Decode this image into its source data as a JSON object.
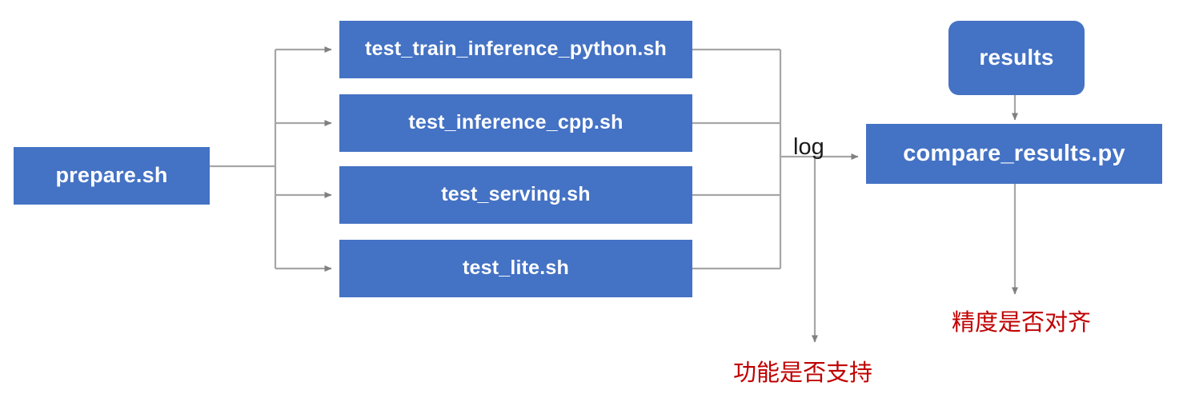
{
  "diagram": {
    "title": "Test pipeline flowchart",
    "colors": {
      "node_fill": "#4472C4",
      "node_text": "#FFFFFF",
      "edge": "#A6A6A6",
      "annotation_red": "#C00000",
      "background": "#FFFFFF"
    },
    "nodes": [
      {
        "id": "prepare",
        "label": "prepare.sh"
      },
      {
        "id": "train_py",
        "label": "test_train_inference_python.sh"
      },
      {
        "id": "inf_cpp",
        "label": "test_inference_cpp.sh"
      },
      {
        "id": "serving",
        "label": "test_serving.sh"
      },
      {
        "id": "lite",
        "label": "test_lite.sh"
      },
      {
        "id": "results",
        "label": "results"
      },
      {
        "id": "compare",
        "label": "compare_results.py"
      }
    ],
    "edge_labels": [
      {
        "id": "log",
        "label": "log"
      }
    ],
    "annotations": [
      {
        "id": "feature_support",
        "label": "功能是否支持"
      },
      {
        "id": "precision_aligned",
        "label": "精度是否对齐"
      }
    ]
  }
}
